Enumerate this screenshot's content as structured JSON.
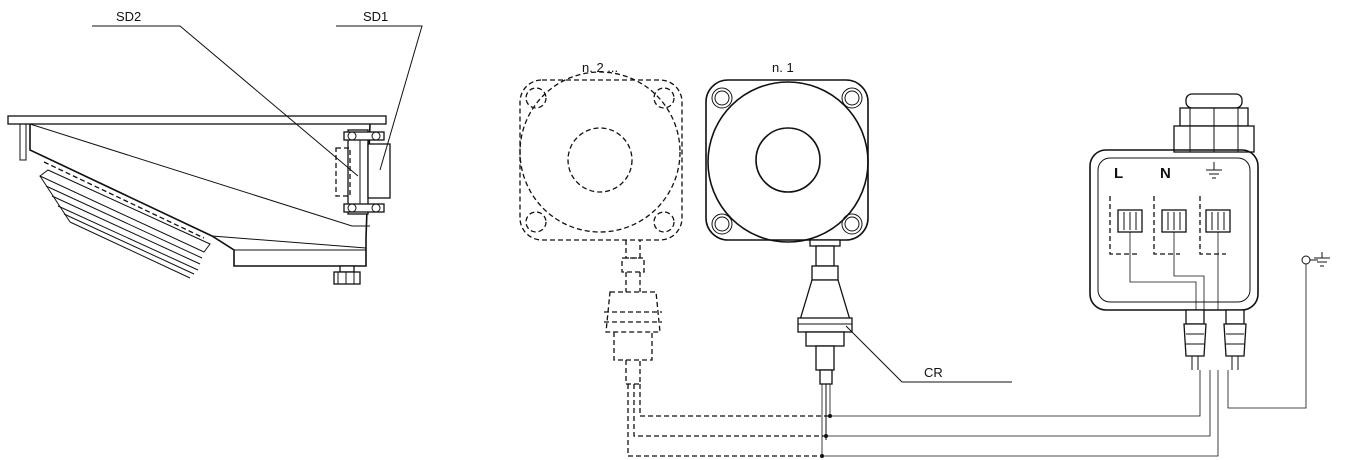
{
  "labels": {
    "sd2": "SD2",
    "sd1": "SD1",
    "unit2": "n. 2 ...",
    "unit1": "n. 1",
    "cr": "CR",
    "terminal_l": "L",
    "terminal_n": "N"
  },
  "icons": {
    "ground": "ground-symbol",
    "ground_terminal": "ground-terminal-symbol"
  }
}
